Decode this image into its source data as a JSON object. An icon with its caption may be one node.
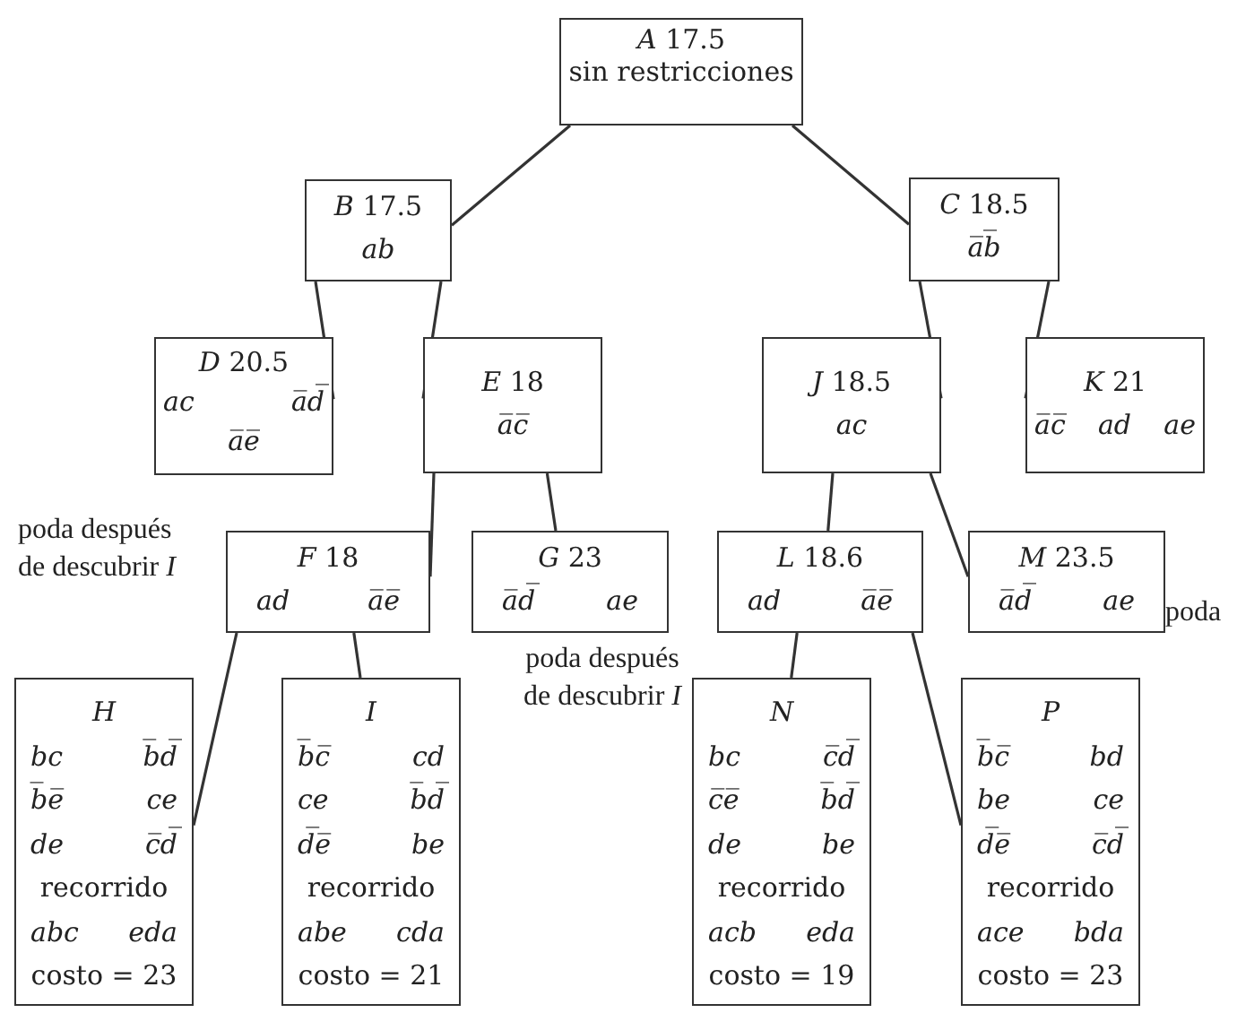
{
  "diagram": {
    "nodes": [
      {
        "text": [
          "*A* 17.5",
          "sin restricciones"
        ]
      },
      {
        "text": [
          "*B* 17.5",
          "ab"
        ]
      },
      {
        "text": [
          "*C* 18.5",
          "a̅b̅"
        ]
      },
      {
        "text": [
          "*D* 20.5",
          "ac",
          "a̅d̅",
          "a̅e̅"
        ]
      },
      {
        "text": [
          "*E* 18",
          "a̅c̅"
        ]
      },
      {
        "text": [
          "*J* 18.5",
          "ac"
        ]
      },
      {
        "text": [
          "*K* 21",
          "a̅c̅",
          "ad",
          "ae"
        ]
      },
      {
        "text": [
          "*F* 18",
          "ad",
          "a̅e̅"
        ]
      },
      {
        "text": [
          "*G* 23",
          "a̅d̅",
          "ae"
        ]
      },
      {
        "text": [
          "*L* 18.6",
          "ad",
          "a̅e̅"
        ]
      },
      {
        "text": [
          "*M* 23.5",
          "a̅d̅",
          "ae"
        ]
      },
      {
        "text": [
          "H",
          "bc",
          "b̅d̅",
          "b̅e̅",
          "ce",
          "de",
          "c̅d̅",
          "recorrido",
          "abc",
          "eda",
          "costo = 23"
        ]
      },
      {
        "text": [
          "I",
          "b̅c̅",
          "cd",
          "ce",
          "b̅d̅",
          "d̅e̅",
          "be",
          "recorrido",
          "abe",
          "cda",
          "costo = 21"
        ]
      },
      {
        "text": [
          "N",
          "bc",
          "c̅d̅",
          "c̅e̅",
          "b̅d̅",
          "de",
          "be",
          "recorrido",
          "acb",
          "eda",
          "costo = 19"
        ]
      },
      {
        "text": [
          "P",
          "b̅c̅",
          "bd",
          "be",
          "ce",
          "d̅e̅",
          "c̅d̅",
          "recorrido",
          "ace",
          "bda",
          "costo = 23"
        ]
      }
    ],
    "edges": [
      {
        "from": 0,
        "to": 1,
        "arrow": "none"
      },
      {
        "from": 0,
        "to": 2,
        "arrow": "none"
      },
      {
        "from": 1,
        "to": 3,
        "arrow": "none"
      },
      {
        "from": 1,
        "to": 4,
        "arrow": "none"
      },
      {
        "from": 2,
        "to": 5,
        "arrow": "none"
      },
      {
        "from": 2,
        "to": 6,
        "arrow": "none"
      },
      {
        "from": 4,
        "to": 7,
        "arrow": "none"
      },
      {
        "from": 4,
        "to": 8,
        "arrow": "none"
      },
      {
        "from": 5,
        "to": 9,
        "arrow": "none"
      },
      {
        "from": 5,
        "to": 10,
        "arrow": "none"
      },
      {
        "from": 7,
        "to": 11,
        "arrow": "none"
      },
      {
        "from": 7,
        "to": 12,
        "arrow": "none"
      },
      {
        "from": 9,
        "to": 13,
        "arrow": "none"
      },
      {
        "from": 9,
        "to": 14,
        "arrow": "none"
      }
    ],
    "labels": [
      "poda después de descubrir *I*",
      "poda después de descubrir *I*",
      "poda"
    ]
  }
}
